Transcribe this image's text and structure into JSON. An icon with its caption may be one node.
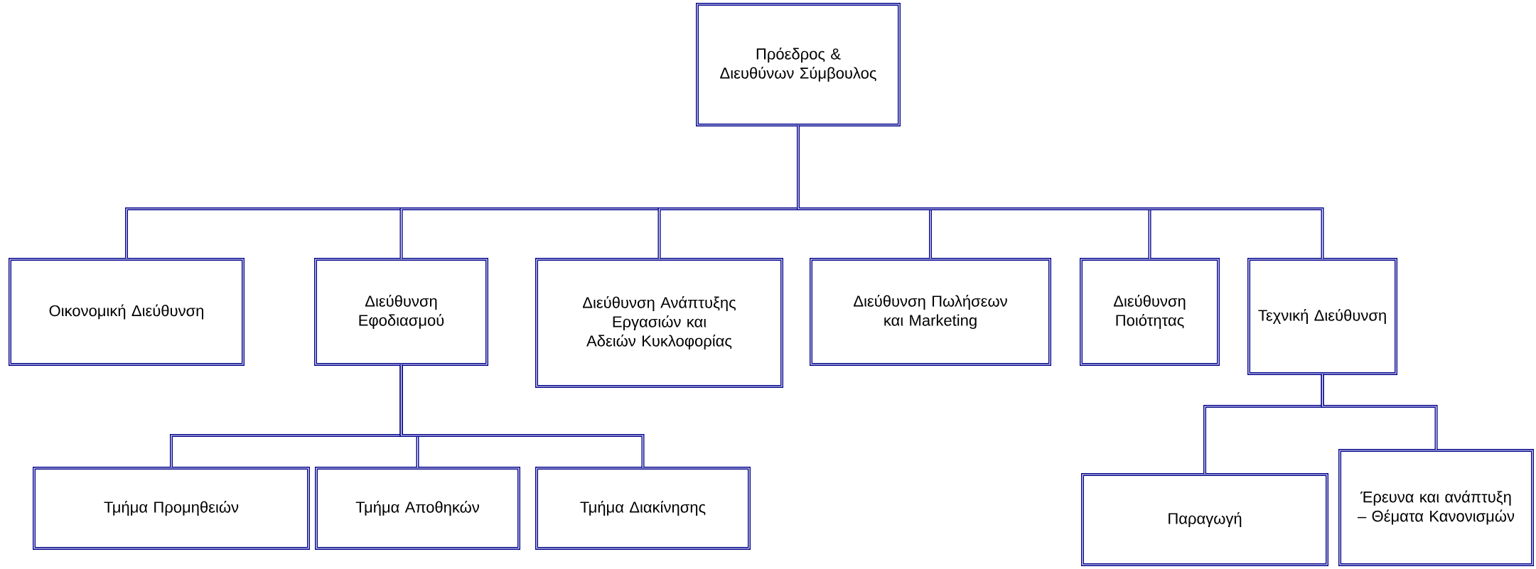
{
  "diagram": {
    "nodes": [
      {
        "text": [
          "Πρόεδρος & Διευθύνων Σύμβουλος"
        ]
      },
      {
        "text": [
          "Οικονομική Διεύθυνση"
        ]
      },
      {
        "text": [
          "Διεύθυνση Εφοδιασμού"
        ]
      },
      {
        "text": [
          "Διεύθυνση Ανάπτυξης Εργασιών και Αδειών Κυκλοφορίας"
        ]
      },
      {
        "text": [
          "Διεύθυνση Πωλήσεων και Marketing"
        ]
      },
      {
        "text": [
          "Διεύθυνση Ποιότητας"
        ]
      },
      {
        "text": [
          "Τεχνική Διεύθυνση"
        ]
      },
      {
        "text": [
          "Τμήμα Προμηθειών"
        ]
      },
      {
        "text": [
          "Τμήμα Αποθηκών"
        ]
      },
      {
        "text": [
          "Τμήμα Διακίνησης"
        ]
      },
      {
        "text": [
          "Παραγωγή"
        ]
      },
      {
        "text": [
          "Έρευνα και ανάπτυξη – Θέματα Κανονισμών"
        ]
      }
    ],
    "edges": [
      {
        "from": 0,
        "to": 1,
        "arrow": "none"
      },
      {
        "from": 0,
        "to": 2,
        "arrow": "none"
      },
      {
        "from": 0,
        "to": 3,
        "arrow": "none"
      },
      {
        "from": 0,
        "to": 4,
        "arrow": "none"
      },
      {
        "from": 0,
        "to": 5,
        "arrow": "none"
      },
      {
        "from": 0,
        "to": 6,
        "arrow": "none"
      },
      {
        "from": 2,
        "to": 7,
        "arrow": "none"
      },
      {
        "from": 2,
        "to": 8,
        "arrow": "none"
      },
      {
        "from": 2,
        "to": 9,
        "arrow": "none"
      },
      {
        "from": 6,
        "to": 10,
        "arrow": "none"
      },
      {
        "from": 6,
        "to": 11,
        "arrow": "none"
      }
    ]
  }
}
